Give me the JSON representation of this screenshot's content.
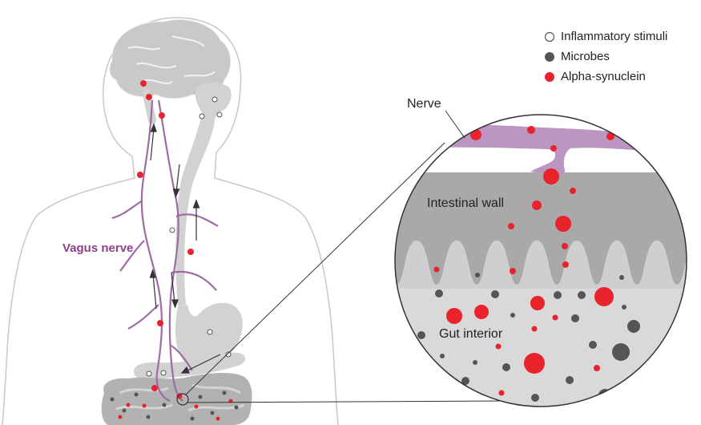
{
  "legend": {
    "items": [
      {
        "label": "Inflammatory stimuli",
        "marker": "open-circle-icon",
        "color": "#ffffff",
        "stroke": "#555555"
      },
      {
        "label": "Microbes",
        "marker": "dark-circle-icon",
        "color": "#555555"
      },
      {
        "label": "Alpha-synuclein",
        "marker": "red-blob-icon",
        "color": "#e8232c"
      }
    ]
  },
  "labels": {
    "vagus_nerve": "Vagus nerve",
    "nerve": "Nerve",
    "intestinal_wall": "Intestinal wall",
    "gut_interior": "Gut interior"
  },
  "colors": {
    "body_outline": "#c8c8c8",
    "organ_gray": "#d2d2d2",
    "organ_dark": "#a9a9a9",
    "nerve_purple": "#a06aa6",
    "nerve_fill": "#bb96c2",
    "alpha_red": "#e8232c",
    "microbe": "#555555"
  }
}
